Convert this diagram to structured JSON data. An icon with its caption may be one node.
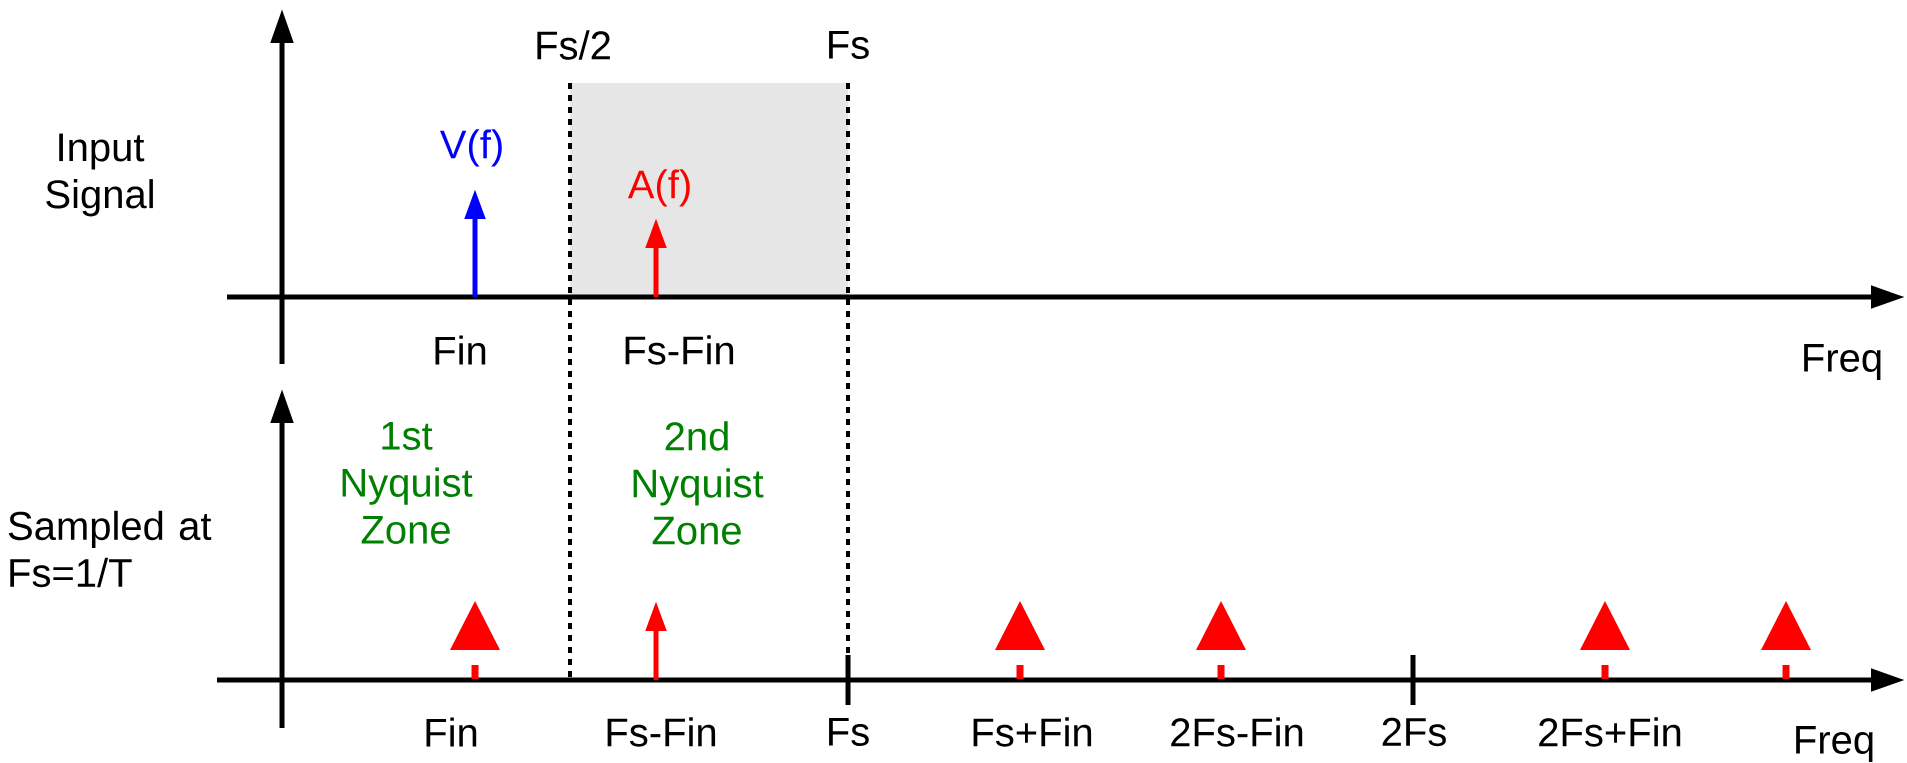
{
  "diagram": {
    "labels": [
      "Fs/2",
      "Fs",
      "Input Signal",
      "V(f)",
      "A(f)",
      "Fin",
      "Fs-Fin",
      "Freq",
      "1st Nyquist Zone",
      "2nd Nyquist Zone",
      "Sampled at Fs=1/T",
      "Fin",
      "Fs-Fin",
      "Fs",
      "Fs+Fin",
      "2Fs-Fin",
      "2Fs",
      "2Fs+Fin",
      "Freq"
    ]
  }
}
